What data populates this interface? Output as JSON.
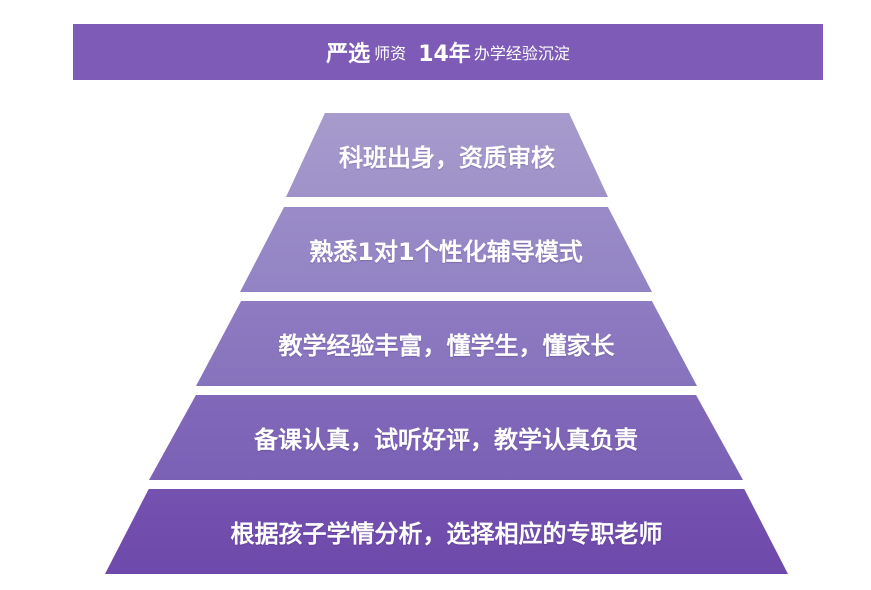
{
  "banner": {
    "strong_text": "严选",
    "light_text": "师资",
    "number_text": "14年",
    "suffix_text": "办学经验沉淀",
    "background_color": "#7e5bb6"
  },
  "pyramid": {
    "tiers": [
      {
        "label": "科班出身，资质审核",
        "color": "#a398cb"
      },
      {
        "label": "熟悉1对1个性化辅导模式",
        "color": "#9687c6"
      },
      {
        "label": "教学经验丰富，懂学生，懂家长",
        "color": "#8a77bf"
      },
      {
        "label": "备课认真，试听好评，教学认真负责",
        "color": "#7f65b7"
      },
      {
        "label": "根据孩子学情分析，选择相应的专职老师",
        "color": "#714dad"
      }
    ]
  }
}
